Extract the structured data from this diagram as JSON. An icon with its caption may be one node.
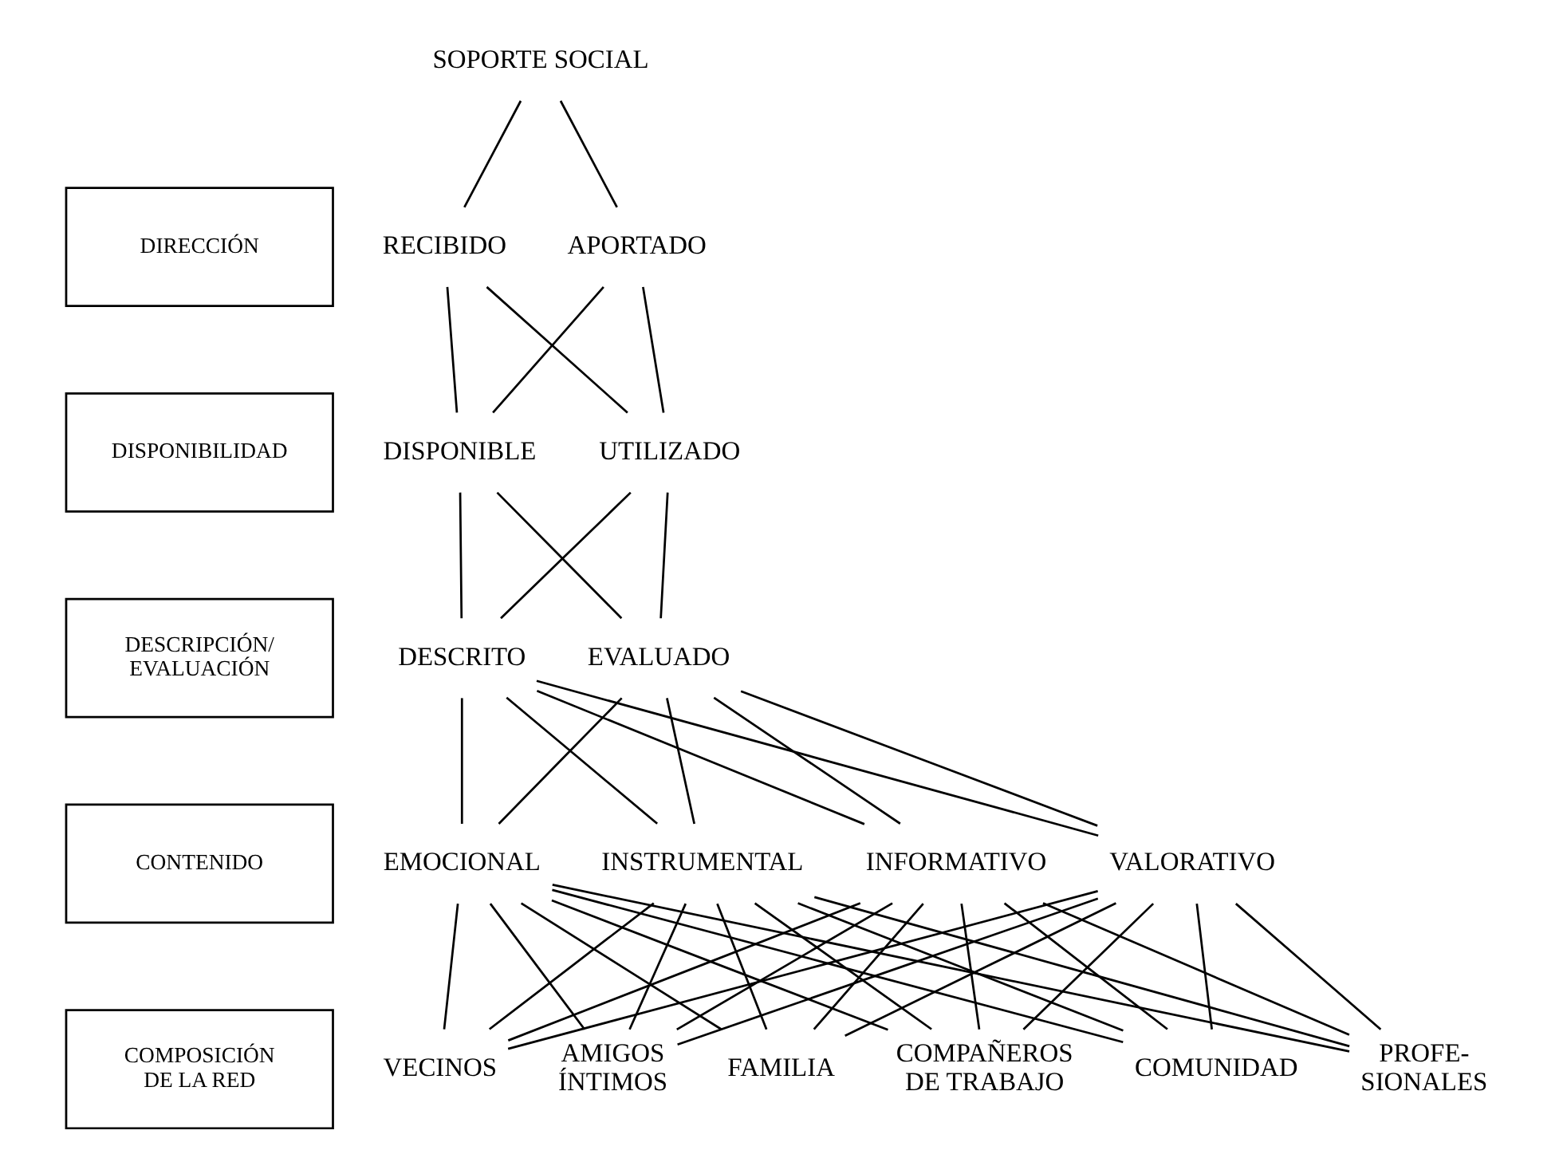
{
  "diagram": {
    "nodes": [
      {
        "text": [
          "SOPORTE SOCIAL"
        ]
      },
      {
        "text": [
          "DIRECCIÓN"
        ]
      },
      {
        "text": [
          "RECIBIDO"
        ]
      },
      {
        "text": [
          "APORTADO"
        ]
      },
      {
        "text": [
          "DISPONIBILIDAD"
        ]
      },
      {
        "text": [
          "DISPONIBLE"
        ]
      },
      {
        "text": [
          "UTILIZADO"
        ]
      },
      {
        "text": [
          "DESCRIPCIÓN/ EVALUACIÓN"
        ]
      },
      {
        "text": [
          "DESCRITO"
        ]
      },
      {
        "text": [
          "EVALUADO"
        ]
      },
      {
        "text": [
          "CONTENIDO"
        ]
      },
      {
        "text": [
          "EMOCIONAL"
        ]
      },
      {
        "text": [
          "INSTRUMENTAL"
        ]
      },
      {
        "text": [
          "INFORMATIVO"
        ]
      },
      {
        "text": [
          "VALORATIVO"
        ]
      },
      {
        "text": [
          "COMPOSICIÓN DE LA RED"
        ]
      },
      {
        "text": [
          "VECINOS"
        ]
      },
      {
        "text": [
          "AMIGOS ÍNTIMOS"
        ]
      },
      {
        "text": [
          "FAMILIA"
        ]
      },
      {
        "text": [
          "COMPAÑEROS DE TRABAJO"
        ]
      },
      {
        "text": [
          "COMUNIDAD"
        ]
      },
      {
        "text": [
          "PROFE- SIONALES"
        ]
      }
    ],
    "edges": [
      {
        "from": 0,
        "to": 2,
        "arrow": "none"
      },
      {
        "from": 0,
        "to": 3,
        "arrow": "none"
      },
      {
        "from": 2,
        "to": 5,
        "arrow": "none"
      },
      {
        "from": 2,
        "to": 6,
        "arrow": "none"
      },
      {
        "from": 3,
        "to": 5,
        "arrow": "none"
      },
      {
        "from": 3,
        "to": 6,
        "arrow": "none"
      },
      {
        "from": 5,
        "to": 8,
        "arrow": "none"
      },
      {
        "from": 5,
        "to": 9,
        "arrow": "none"
      },
      {
        "from": 6,
        "to": 8,
        "arrow": "none"
      },
      {
        "from": 6,
        "to": 9,
        "arrow": "none"
      },
      {
        "from": 8,
        "to": 11,
        "arrow": "none"
      },
      {
        "from": 8,
        "to": 12,
        "arrow": "none"
      },
      {
        "from": 8,
        "to": 13,
        "arrow": "none"
      },
      {
        "from": 8,
        "to": 14,
        "arrow": "none"
      },
      {
        "from": 9,
        "to": 11,
        "arrow": "none"
      },
      {
        "from": 9,
        "to": 12,
        "arrow": "none"
      },
      {
        "from": 9,
        "to": 13,
        "arrow": "none"
      },
      {
        "from": 9,
        "to": 14,
        "arrow": "none"
      },
      {
        "from": 11,
        "to": 16,
        "arrow": "none"
      },
      {
        "from": 11,
        "to": 17,
        "arrow": "none"
      },
      {
        "from": 11,
        "to": 18,
        "arrow": "none"
      },
      {
        "from": 11,
        "to": 19,
        "arrow": "none"
      },
      {
        "from": 11,
        "to": 20,
        "arrow": "none"
      },
      {
        "from": 11,
        "to": 21,
        "arrow": "none"
      },
      {
        "from": 12,
        "to": 16,
        "arrow": "none"
      },
      {
        "from": 12,
        "to": 17,
        "arrow": "none"
      },
      {
        "from": 12,
        "to": 18,
        "arrow": "none"
      },
      {
        "from": 12,
        "to": 19,
        "arrow": "none"
      },
      {
        "from": 12,
        "to": 20,
        "arrow": "none"
      },
      {
        "from": 12,
        "to": 21,
        "arrow": "none"
      },
      {
        "from": 13,
        "to": 16,
        "arrow": "none"
      },
      {
        "from": 13,
        "to": 17,
        "arrow": "none"
      },
      {
        "from": 13,
        "to": 18,
        "arrow": "none"
      },
      {
        "from": 13,
        "to": 19,
        "arrow": "none"
      },
      {
        "from": 13,
        "to": 20,
        "arrow": "none"
      },
      {
        "from": 13,
        "to": 21,
        "arrow": "none"
      },
      {
        "from": 14,
        "to": 16,
        "arrow": "none"
      },
      {
        "from": 14,
        "to": 17,
        "arrow": "none"
      },
      {
        "from": 14,
        "to": 18,
        "arrow": "none"
      },
      {
        "from": 14,
        "to": 19,
        "arrow": "none"
      },
      {
        "from": 14,
        "to": 20,
        "arrow": "none"
      },
      {
        "from": 14,
        "to": 21,
        "arrow": "none"
      }
    ]
  }
}
